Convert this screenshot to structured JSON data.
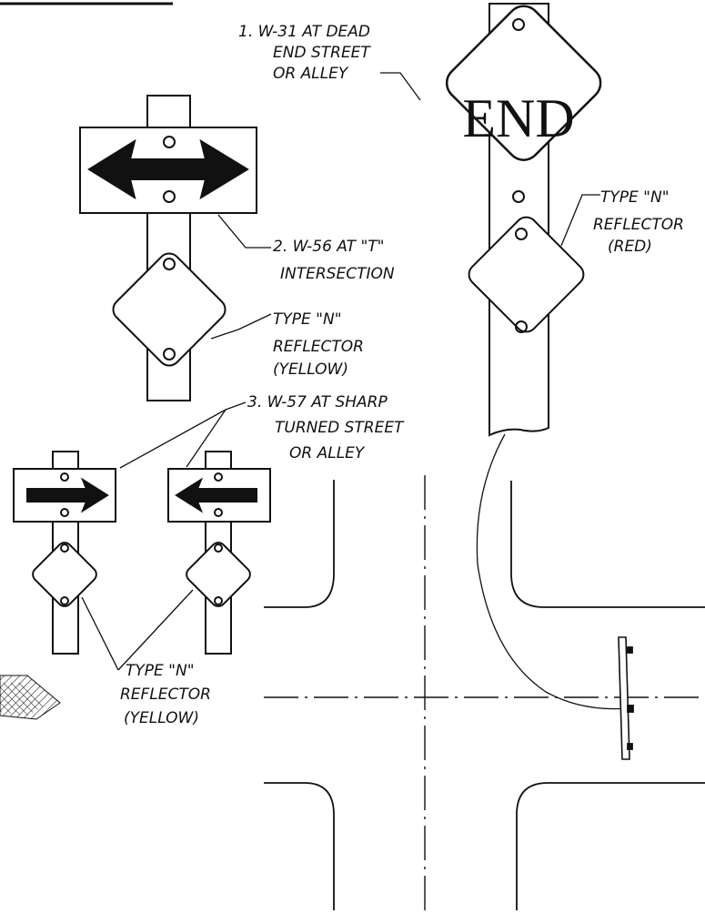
{
  "signs": {
    "end_sign": {
      "text": "END",
      "callout": [
        "1. W-31 AT DEAD",
        "END STREET",
        "OR ALLEY"
      ]
    },
    "red_reflector": {
      "callout": [
        "TYPE \"N\"",
        "REFLECTOR",
        "(RED)"
      ]
    },
    "t_intersection": {
      "callout": [
        "2. W-56 AT \"T\"",
        "INTERSECTION"
      ]
    },
    "yellow_reflector_upper": {
      "callout": [
        "TYPE \"N\"",
        "REFLECTOR",
        "(YELLOW)"
      ]
    },
    "sharp_turn": {
      "callout": [
        "3. W-57 AT SHARP",
        "TURNED STREET",
        "OR ALLEY"
      ]
    },
    "yellow_reflector_lower": {
      "callout": [
        "TYPE \"N\"",
        "REFLECTOR",
        "(YELLOW)"
      ]
    }
  },
  "colors": {
    "ink": "#111111",
    "paper": "#ffffff"
  }
}
